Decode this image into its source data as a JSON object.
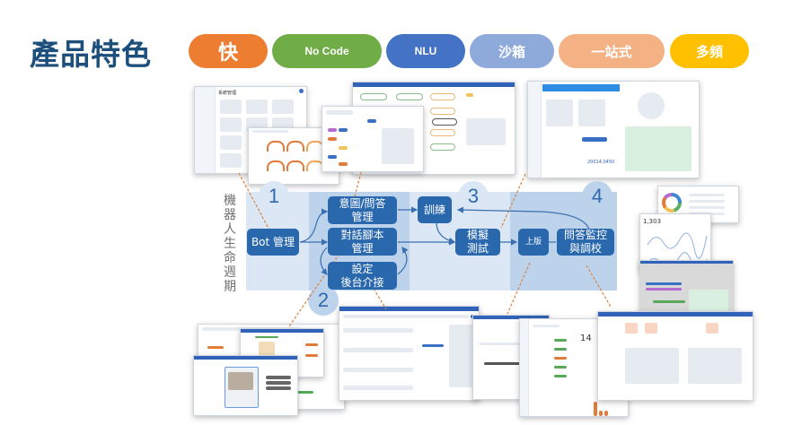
{
  "header": {
    "title": "產品特色",
    "features": [
      {
        "label": "快",
        "color": "#ed7d31"
      },
      {
        "label": "No Code",
        "color": "#70ad47"
      },
      {
        "label": "NLU",
        "color": "#4472c4"
      },
      {
        "label": "沙箱",
        "color": "#8eaadb"
      },
      {
        "label": "一站式",
        "color": "#f4b183"
      },
      {
        "label": "多頻",
        "color": "#ffc000"
      }
    ]
  },
  "lifecycle": {
    "vertical_label": "機器人生命週期",
    "stages": [
      "1",
      "2",
      "3",
      "4"
    ],
    "nodes": {
      "bot": "Bot 管理",
      "intent": "意圖/問答\n管理",
      "script": "對話腳本\n管理",
      "settings": "設定\n後台介接",
      "train": "訓練",
      "simulate": "模擬\n測試",
      "release": "上版",
      "monitor": "問答監控\n與調校"
    },
    "colors": {
      "node": "#2a68ae",
      "zone_light": "#dbe7f5",
      "zone_dark": "#bdd3ec",
      "connector": "#d9823f"
    }
  },
  "screenshots": {
    "bot_admin_title": "系統管理",
    "chat_amount": "20014,0450",
    "dashboard_metric": "14",
    "analytics_metric": "1,303"
  }
}
